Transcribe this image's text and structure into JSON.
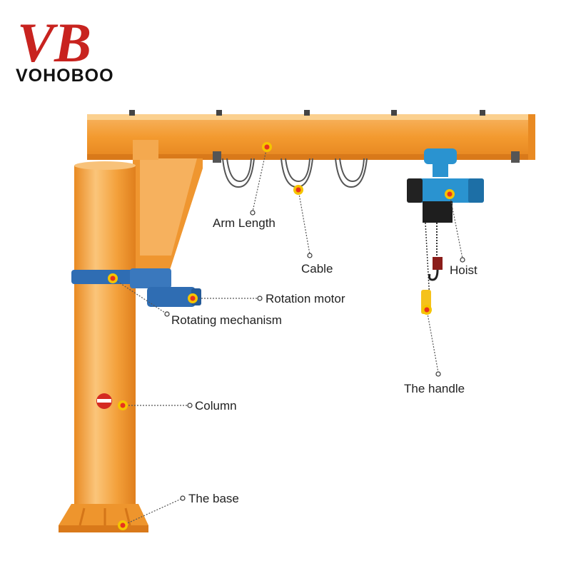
{
  "brand": {
    "logo_letters": "VB",
    "name": "VOHOBOO",
    "color": "#c8231f",
    "text_color": "#111111"
  },
  "colors": {
    "crane": "#f29a2e",
    "crane_light": "#f8bf6e",
    "crane_dark": "#d9791a",
    "hoist": "#2a93d0",
    "motor": "#2f6db3",
    "marker_ring": "#f5c400",
    "marker_dot": "#e8321e",
    "leader": "#555555"
  },
  "labels": {
    "arm_length": "Arm Length",
    "cable": "Cable",
    "hoist": "Hoist",
    "rotation_motor": "Rotation motor",
    "rotating_mechanism": "Rotating mechanism",
    "the_handle": "The handle",
    "column": "Column",
    "the_base": "The base"
  }
}
